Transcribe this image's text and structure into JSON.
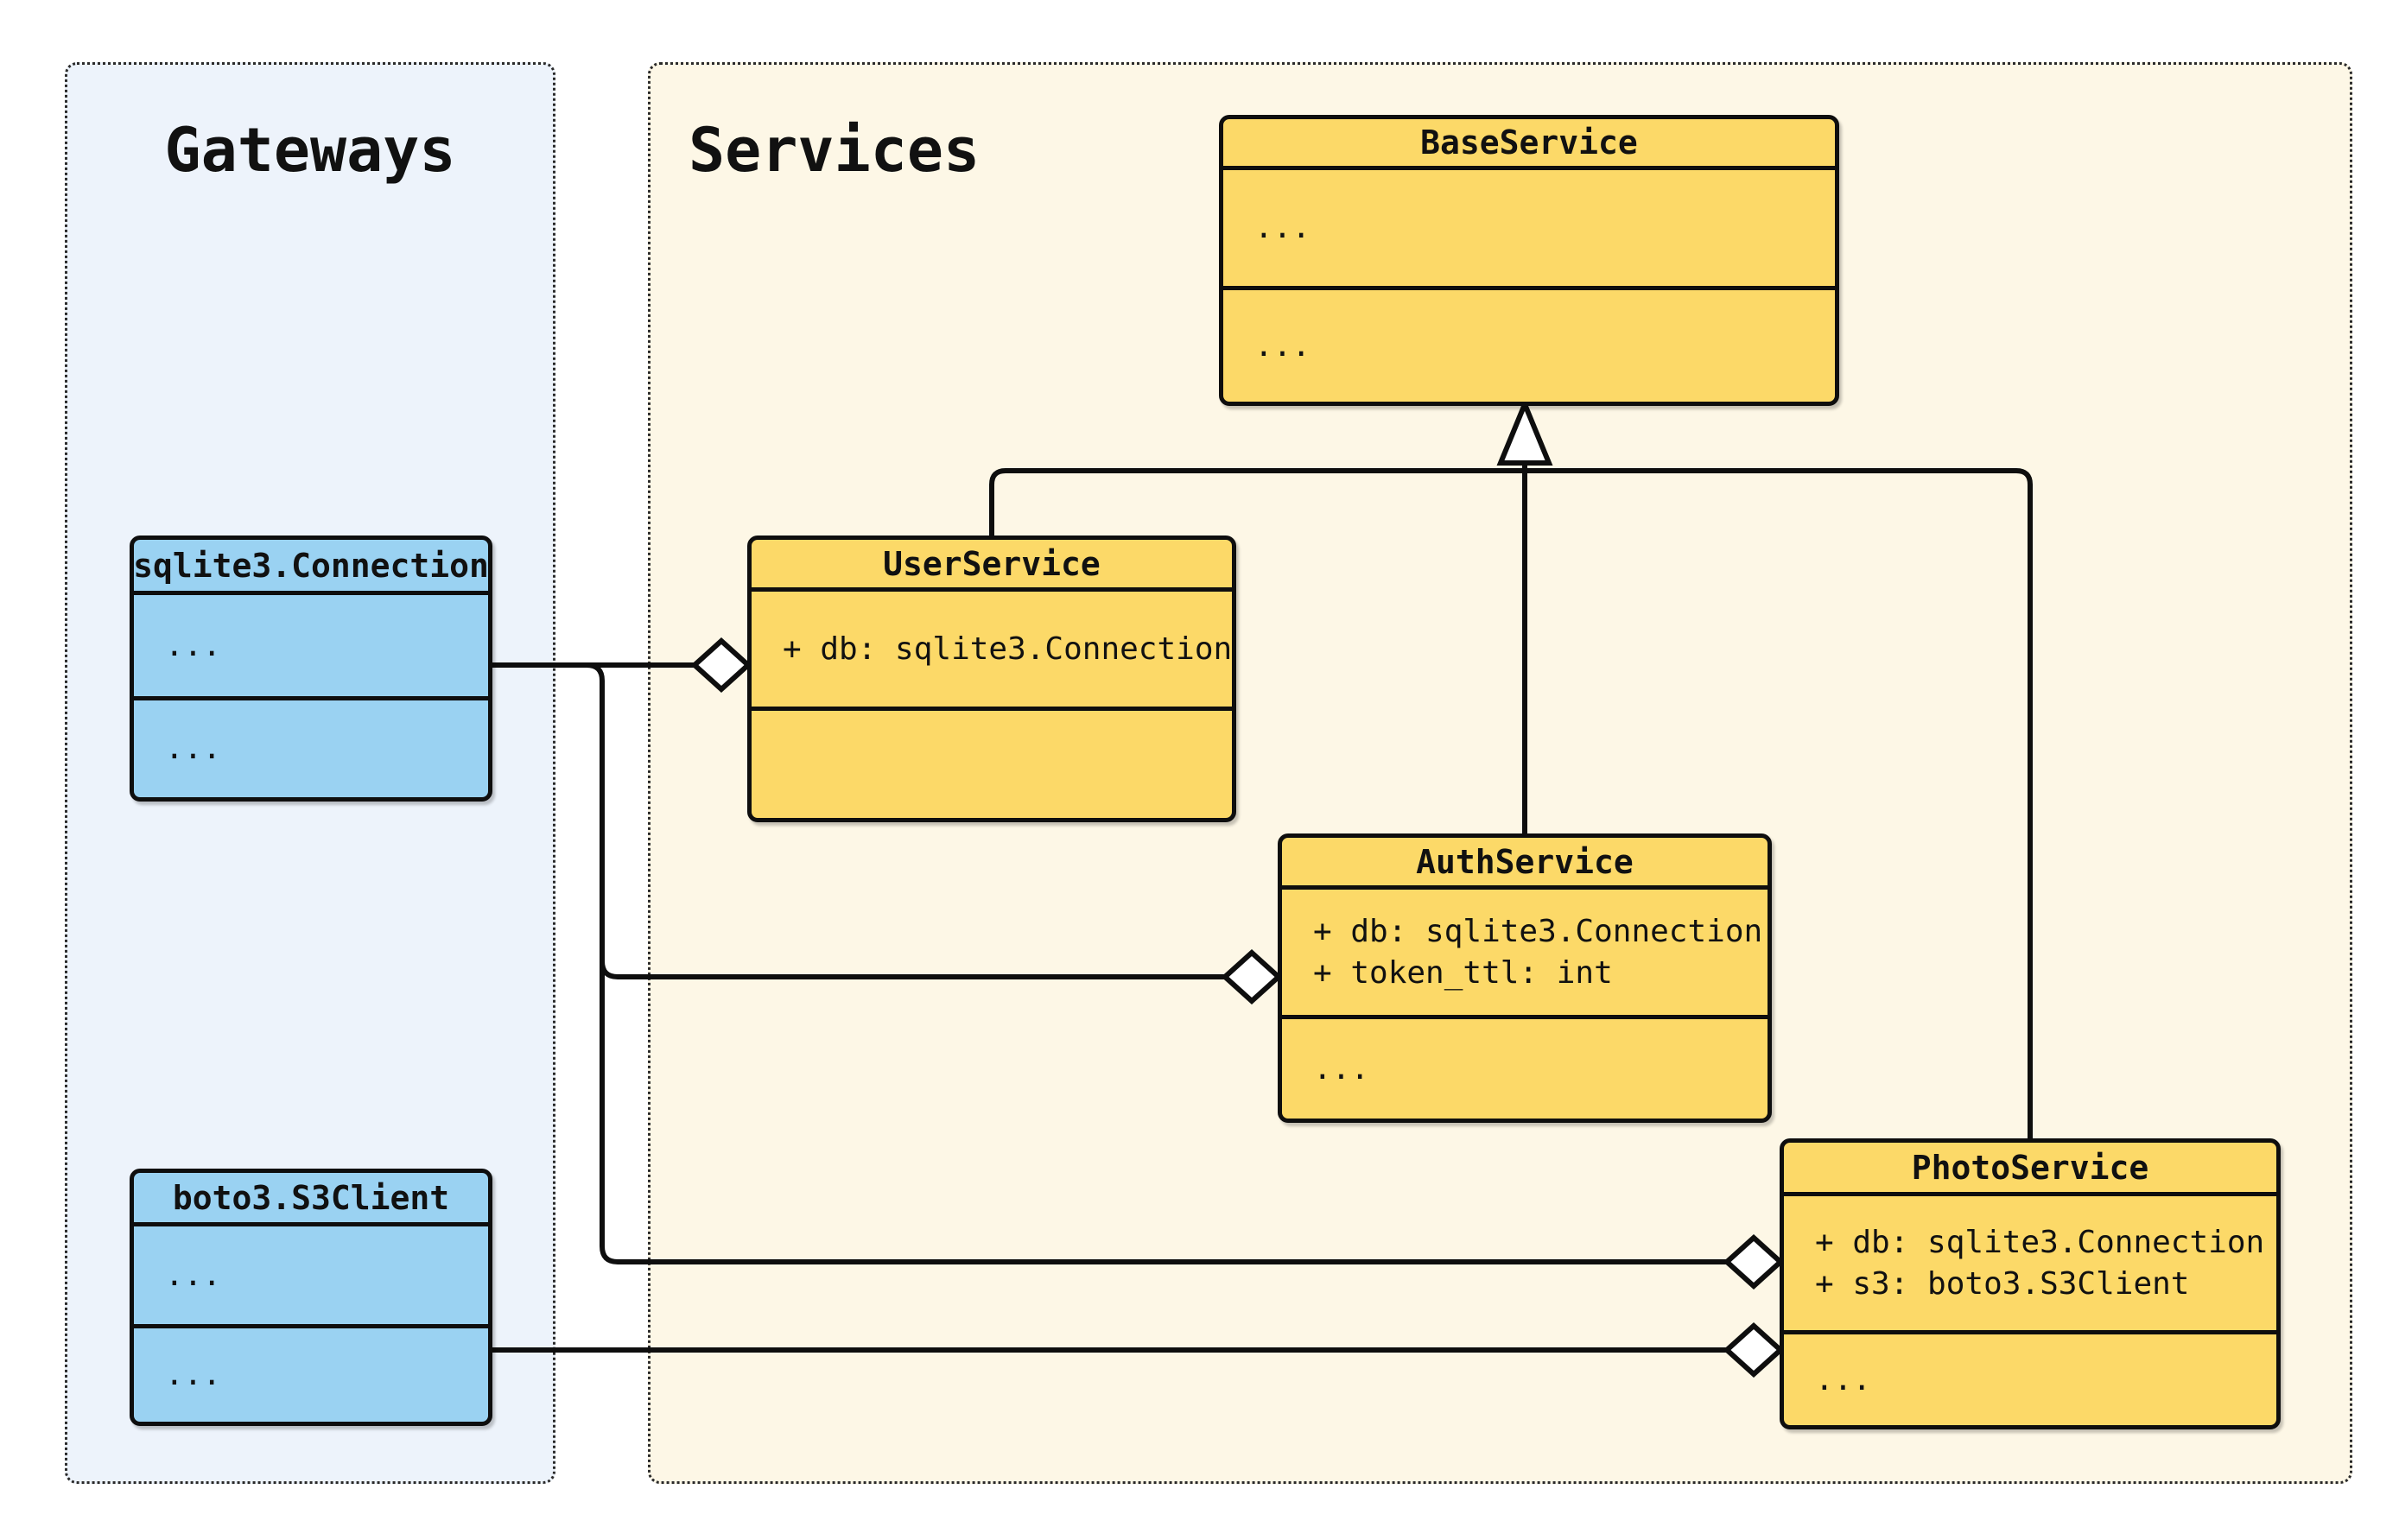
{
  "diagram": {
    "panels": {
      "gateways": {
        "title": "Gateways"
      },
      "services": {
        "title": "Services"
      }
    },
    "classes": {
      "sqlite3_connection": {
        "title": "sqlite3.Connection",
        "attrs": [
          "..."
        ],
        "methods": [
          "..."
        ]
      },
      "boto3_s3client": {
        "title": "boto3.S3Client",
        "attrs": [
          "..."
        ],
        "methods": [
          "..."
        ]
      },
      "base_service": {
        "title": "BaseService",
        "attrs": [
          "..."
        ],
        "methods": [
          "..."
        ]
      },
      "user_service": {
        "title": "UserService",
        "attrs": [
          "+ db: sqlite3.Connection"
        ],
        "methods": []
      },
      "auth_service": {
        "title": "AuthService",
        "attrs": [
          "+ db: sqlite3.Connection",
          "+ token_ttl: int"
        ],
        "methods": [
          "..."
        ]
      },
      "photo_service": {
        "title": "PhotoService",
        "attrs": [
          "+ db: sqlite3.Connection",
          "+ s3: boto3.S3Client"
        ],
        "methods": [
          "..."
        ]
      }
    },
    "relationships": {
      "inheritance": [
        {
          "from": "UserService",
          "to": "BaseService"
        },
        {
          "from": "AuthService",
          "to": "BaseService"
        },
        {
          "from": "PhotoService",
          "to": "BaseService"
        }
      ],
      "aggregation": [
        {
          "from": "sqlite3.Connection",
          "to": "UserService"
        },
        {
          "from": "sqlite3.Connection",
          "to": "AuthService"
        },
        {
          "from": "sqlite3.Connection",
          "to": "PhotoService"
        },
        {
          "from": "boto3.S3Client",
          "to": "PhotoService"
        }
      ]
    },
    "colors": {
      "page_bg": "#ffffff",
      "gateways_panel_bg": "#edf3fb",
      "services_panel_bg": "#fdf7e6",
      "service_class_fill": "#fcd968",
      "gateway_class_fill": "#9ad2f2",
      "stroke": "#0e0e0e",
      "panel_border": "#2a2a2a"
    }
  }
}
